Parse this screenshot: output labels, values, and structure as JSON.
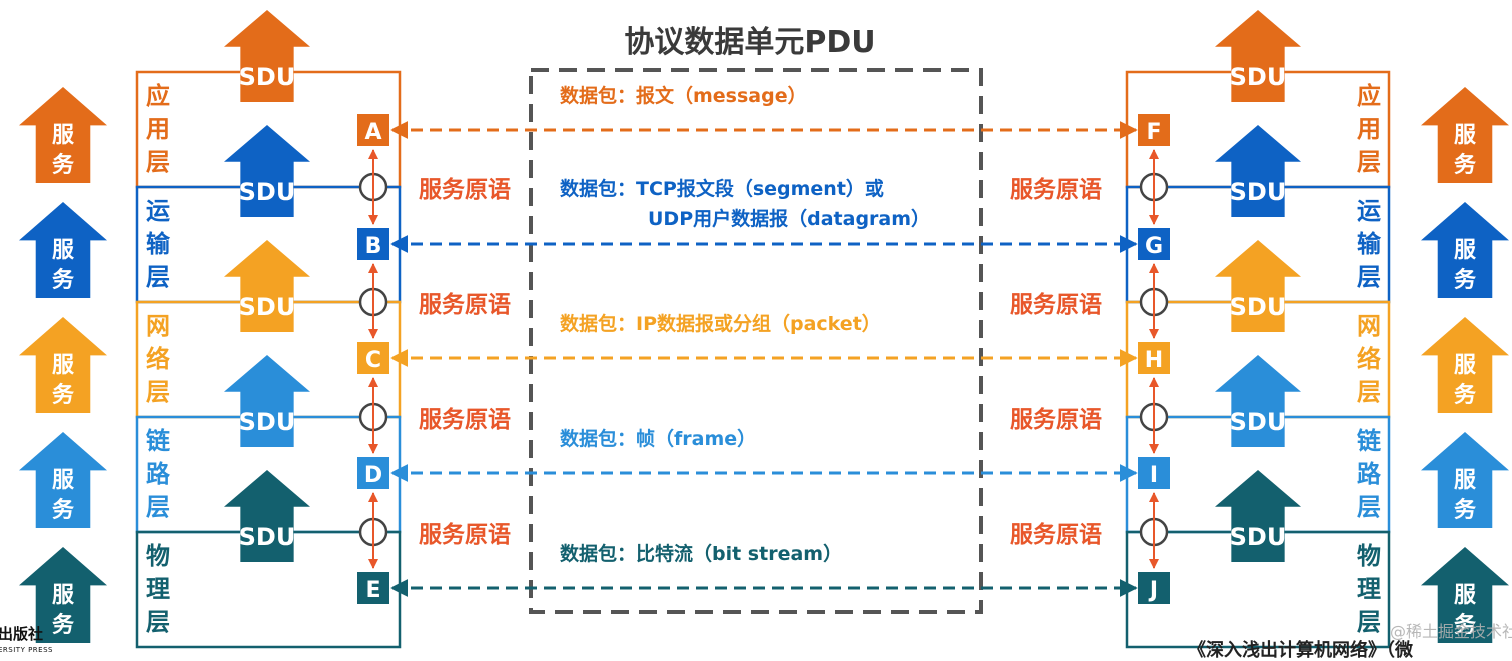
{
  "title": "协议数据单元PDU",
  "colors": {
    "app": "#E36C1A",
    "transport": "#0E62C4",
    "network": "#F4A223",
    "link": "#2A8ED9",
    "physical": "#13606E",
    "primitive": "#E8572A",
    "dashbox": "#555555"
  },
  "layers": [
    {
      "key": "app",
      "label": "应用层",
      "chars": [
        "应",
        "用",
        "层"
      ],
      "left_id": "A",
      "right_id": "F",
      "pdu": "数据包：报文（message）",
      "pdu2": ""
    },
    {
      "key": "transport",
      "label": "运输层",
      "chars": [
        "运",
        "输",
        "层"
      ],
      "left_id": "B",
      "right_id": "G",
      "pdu": "数据包：TCP报文段（segment）或",
      "pdu2": "UDP用户数据报（datagram）"
    },
    {
      "key": "network",
      "label": "网络层",
      "chars": [
        "网",
        "络",
        "层"
      ],
      "left_id": "C",
      "right_id": "H",
      "pdu": "数据包：IP数据报或分组（packet）",
      "pdu2": ""
    },
    {
      "key": "link",
      "label": "链路层",
      "chars": [
        "链",
        "路",
        "层"
      ],
      "left_id": "D",
      "right_id": "I",
      "pdu": "数据包：帧（frame）",
      "pdu2": ""
    },
    {
      "key": "physical",
      "label": "物理层",
      "chars": [
        "物",
        "理",
        "层"
      ],
      "left_id": "E",
      "right_id": "J",
      "pdu": "数据包：比特流（bit stream）",
      "pdu2": ""
    }
  ],
  "sdu_label": "SDU",
  "service_chars": [
    "服",
    "务"
  ],
  "primitive_label": "服务原语",
  "watermark": {
    "publisher": "出版社",
    "publisher_sub": "ERSITY PRESS",
    "community": "@稀土掘金技术社区",
    "book": "《深入浅出计算机网络》（微"
  }
}
